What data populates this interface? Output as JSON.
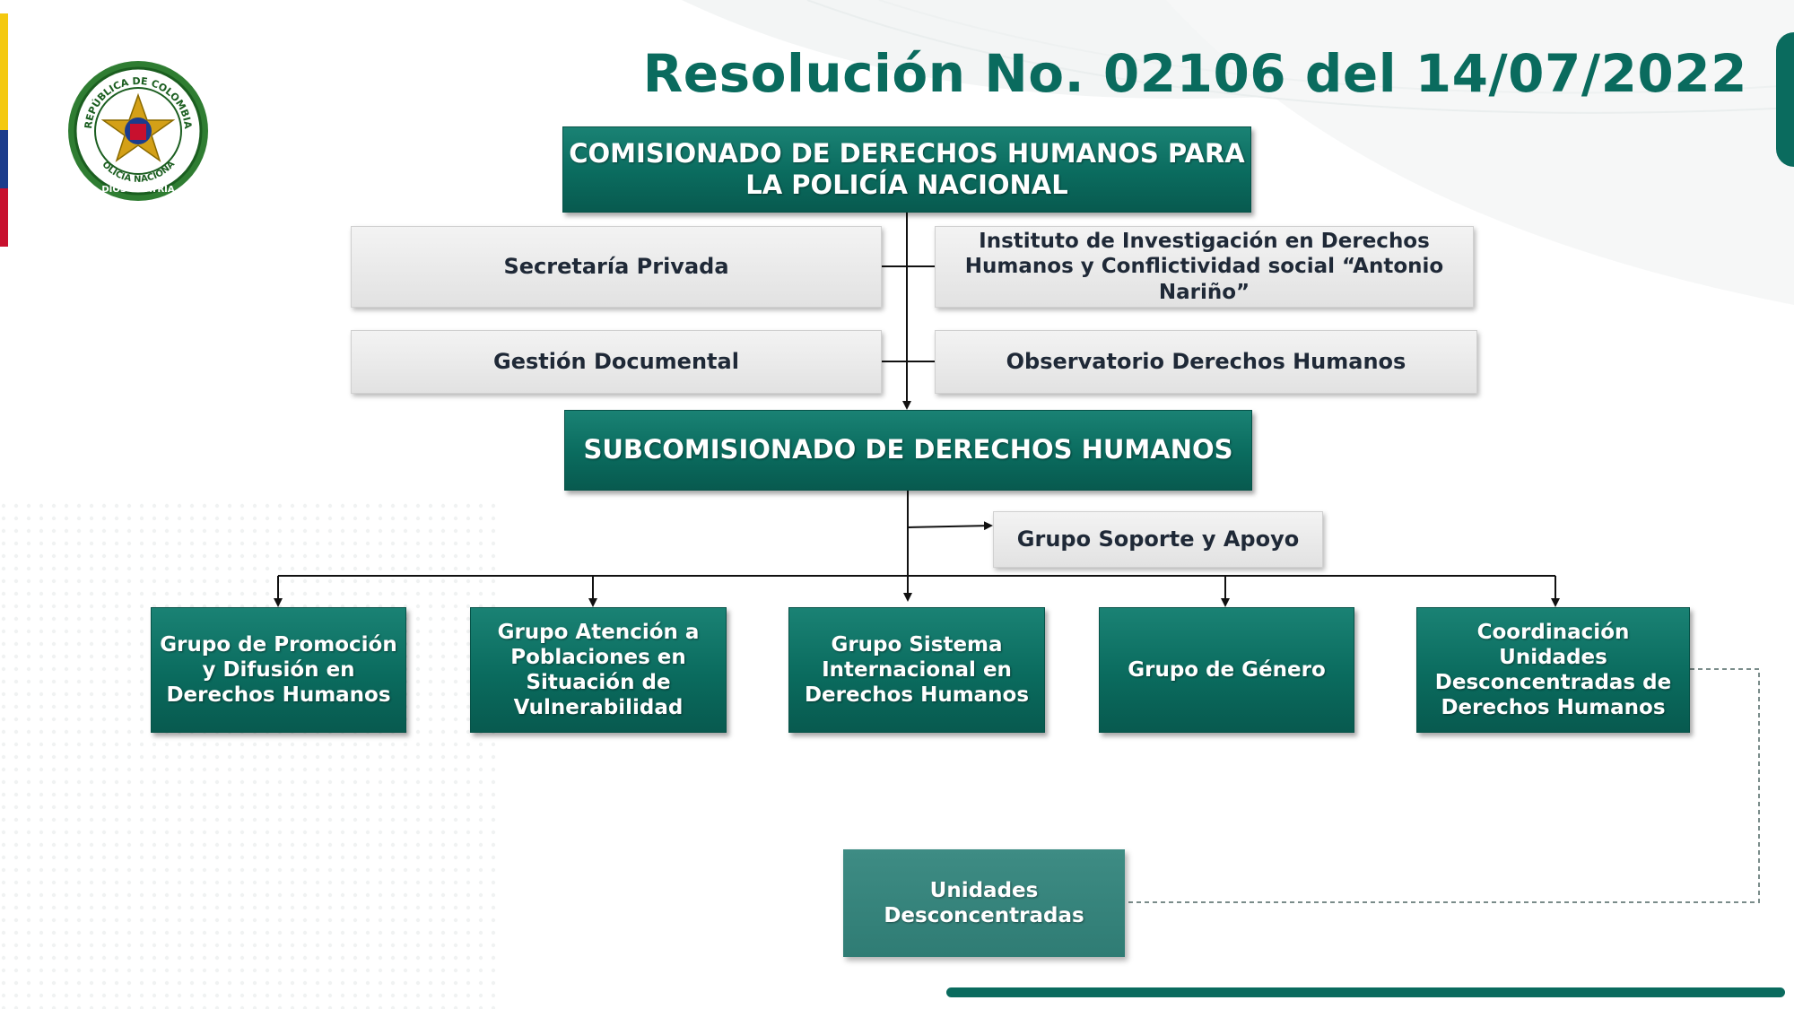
{
  "header": {
    "title": "Resolución No. 02106 del 14/07/2022"
  },
  "seal": {
    "icon": "police-seal-icon",
    "ring_text_top": "REPÚBLICA DE COLOMBIA",
    "ring_text_mid": "POLICÍA NACIONAL",
    "ring_text_bottom": "DIOS Y PATRIA"
  },
  "colors": {
    "primary": "#0a6b5e",
    "light_box": "#e5e5e5",
    "flag_yellow": "#f4c90f",
    "flag_blue": "#1c3c8c",
    "flag_red": "#c8102e"
  },
  "org_chart": {
    "commissioner": "COMISIONADO DE DERECHOS HUMANOS PARA LA POLICÍA NACIONAL",
    "secretaria": "Secretaría Privada",
    "gestion": "Gestión Documental",
    "instituto": "Instituto de Investigación en Derechos Humanos y Conflictividad social “Antonio Nariño”",
    "observatorio": "Observatorio Derechos Humanos",
    "subcommissioner": "SUBCOMISIONADO DE DERECHOS HUMANOS",
    "soporte": "Grupo Soporte y Apoyo",
    "groups": [
      "Grupo de Promoción y Difusión en Derechos Humanos",
      "Grupo Atención a Poblaciones en Situación de Vulnerabilidad",
      "Grupo Sistema Internacional en Derechos Humanos",
      "Grupo de Género",
      "Coordinación Unidades Desconcentradas de Derechos Humanos"
    ],
    "units": "Unidades Desconcentradas"
  }
}
